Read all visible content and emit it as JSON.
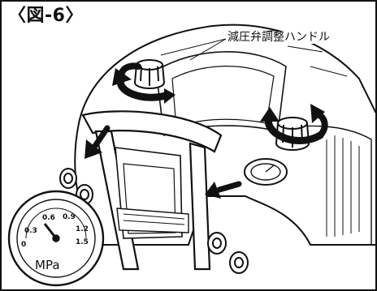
{
  "figure": {
    "label": "〈図-6〉",
    "callout": "減圧弁調整ハンドル",
    "gauge": {
      "unit": "MPa",
      "scale": [
        "0",
        "0.3",
        "0.6",
        "0.9",
        "1.2",
        "1.5"
      ]
    }
  }
}
